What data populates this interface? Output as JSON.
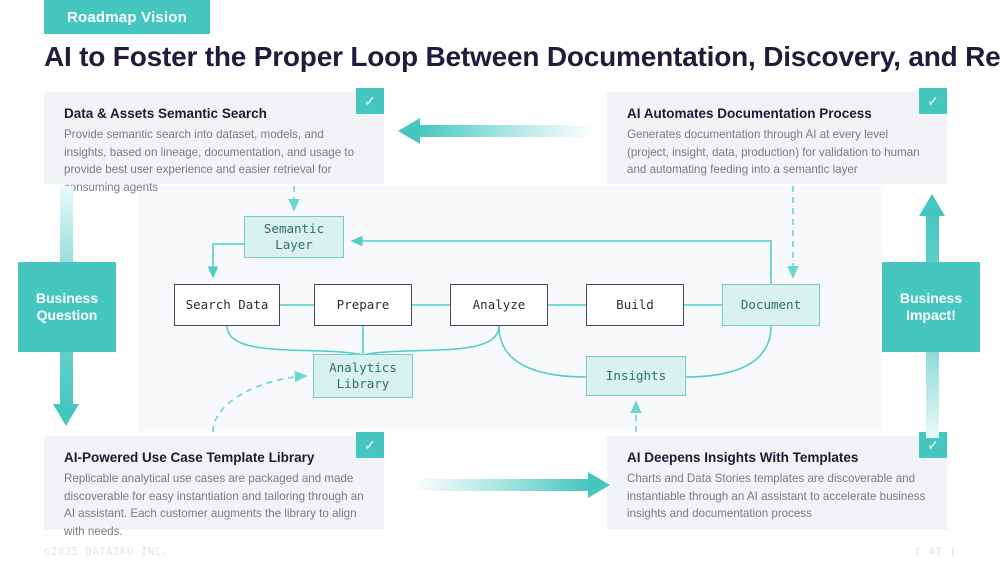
{
  "header": {
    "kicker": "Roadmap Vision",
    "title": "AI to Foster the Proper Loop Between Documentation, Discovery, and Reuse"
  },
  "colors": {
    "accent": "#45c7c0",
    "accent_light": "#d9f2ef",
    "accent_border": "#6fd0ca",
    "title": "#231b3c",
    "card_bg": "#f2f3f7",
    "panel_bg": "#f7f9fb",
    "node_border": "#4a4a5e",
    "body_text": "#7a7a86"
  },
  "cards": [
    {
      "id": "data-assets-semantic-search",
      "title": "Data & Assets Semantic Search",
      "body": "Provide semantic search into  dataset, models, and insights, based on lineage, documentation, and usage to provide best user experience and easier retrieval for consuming agents",
      "check": "✓"
    },
    {
      "id": "ai-automates-documentation-process",
      "title": "AI Automates Documentation Process",
      "body": "Generates documentation through AI at every level (project, insight, data, production)  for validation to human and automating feeding into a semantic layer",
      "check": "✓"
    },
    {
      "id": "ai-powered-use-case-template-library",
      "title": "AI-Powered Use Case Template Library",
      "body": "Replicable analytical use cases are packaged and made discoverable for easy instantiation and tailoring through an AI assistant. Each customer augments the library to align with needs.",
      "check": "✓"
    },
    {
      "id": "ai-deepens-insights-with-templates",
      "title": "AI Deepens Insights With Templates",
      "body": "Charts and Data Stories templates are discoverable and instantiable through an AI assistant to accelerate business insights and documentation process",
      "check": "✓"
    }
  ],
  "side_blocks": {
    "left": "Business\nQuestion",
    "right": "Business\nImpact!"
  },
  "flow": {
    "nodes": [
      {
        "id": "semantic-layer",
        "label": "Semantic\nLayer",
        "style": "teal"
      },
      {
        "id": "search-data",
        "label": "Search Data",
        "style": "white"
      },
      {
        "id": "prepare",
        "label": "Prepare",
        "style": "white"
      },
      {
        "id": "analyze",
        "label": "Analyze",
        "style": "white"
      },
      {
        "id": "build",
        "label": "Build",
        "style": "white"
      },
      {
        "id": "document",
        "label": "Document",
        "style": "teal"
      },
      {
        "id": "analytics-library",
        "label": "Analytics\nLibrary",
        "style": "teal"
      },
      {
        "id": "insights",
        "label": "Insights",
        "style": "teal"
      }
    ],
    "edges": [
      {
        "from": "semantic-layer",
        "to": "search-data",
        "kind": "solid"
      },
      {
        "from": "search-data",
        "to": "prepare",
        "kind": "solid"
      },
      {
        "from": "prepare",
        "to": "analyze",
        "kind": "solid"
      },
      {
        "from": "analyze",
        "to": "build",
        "kind": "solid"
      },
      {
        "from": "build",
        "to": "document",
        "kind": "solid"
      },
      {
        "from": "document",
        "to": "semantic-layer",
        "kind": "solid"
      },
      {
        "from": "search-data",
        "to": "analytics-library",
        "kind": "solid"
      },
      {
        "from": "prepare",
        "to": "analytics-library",
        "kind": "solid"
      },
      {
        "from": "analyze",
        "to": "analytics-library",
        "kind": "solid"
      },
      {
        "from": "analyze",
        "to": "insights",
        "kind": "solid"
      },
      {
        "from": "document",
        "to": "insights",
        "kind": "solid"
      },
      {
        "from": "ai-automates-documentation-process",
        "to": "document",
        "kind": "dashed"
      },
      {
        "from": "data-assets-semantic-search",
        "to": "semantic-layer",
        "kind": "dashed"
      },
      {
        "from": "ai-powered-use-case-template-library",
        "to": "analytics-library",
        "kind": "dashed"
      },
      {
        "from": "ai-deepens-insights-with-templates",
        "to": "insights",
        "kind": "dashed"
      }
    ]
  },
  "footer": {
    "copyright": "©2025 DATAIKU INC.",
    "page": "[ 47 ]"
  }
}
